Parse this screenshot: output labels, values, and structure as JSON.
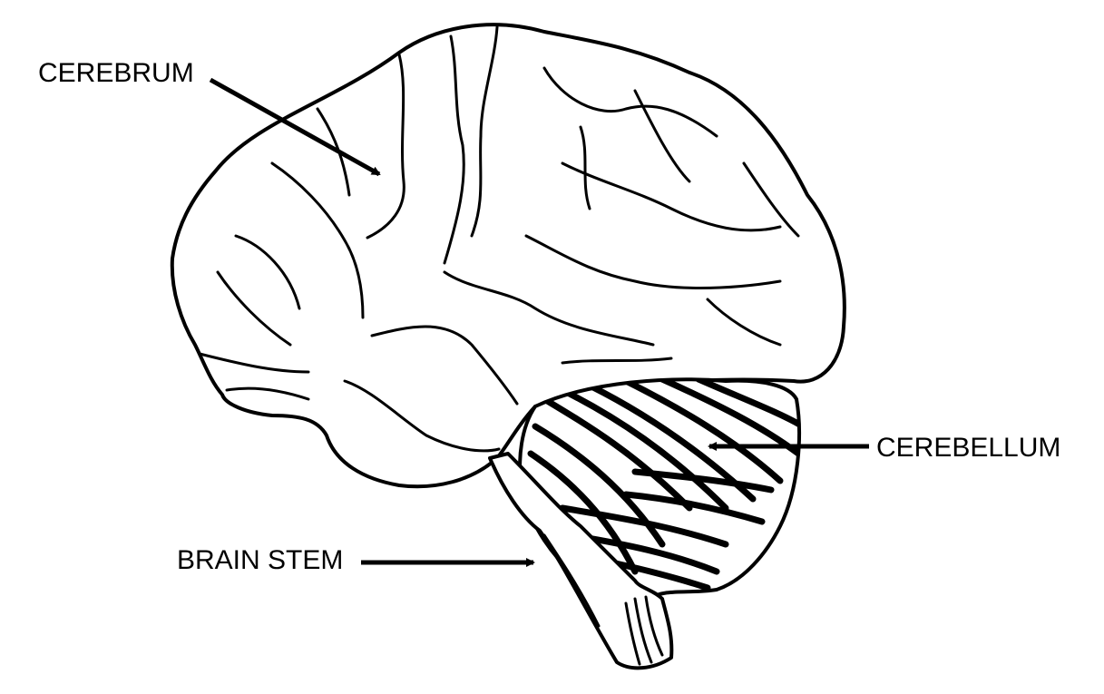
{
  "labels": {
    "cerebrum": "CEREBRUM",
    "cerebellum": "CEREBELLUM",
    "brain_stem": "BRAIN STEM"
  },
  "colors": {
    "line": "#000000",
    "background": "#ffffff"
  }
}
